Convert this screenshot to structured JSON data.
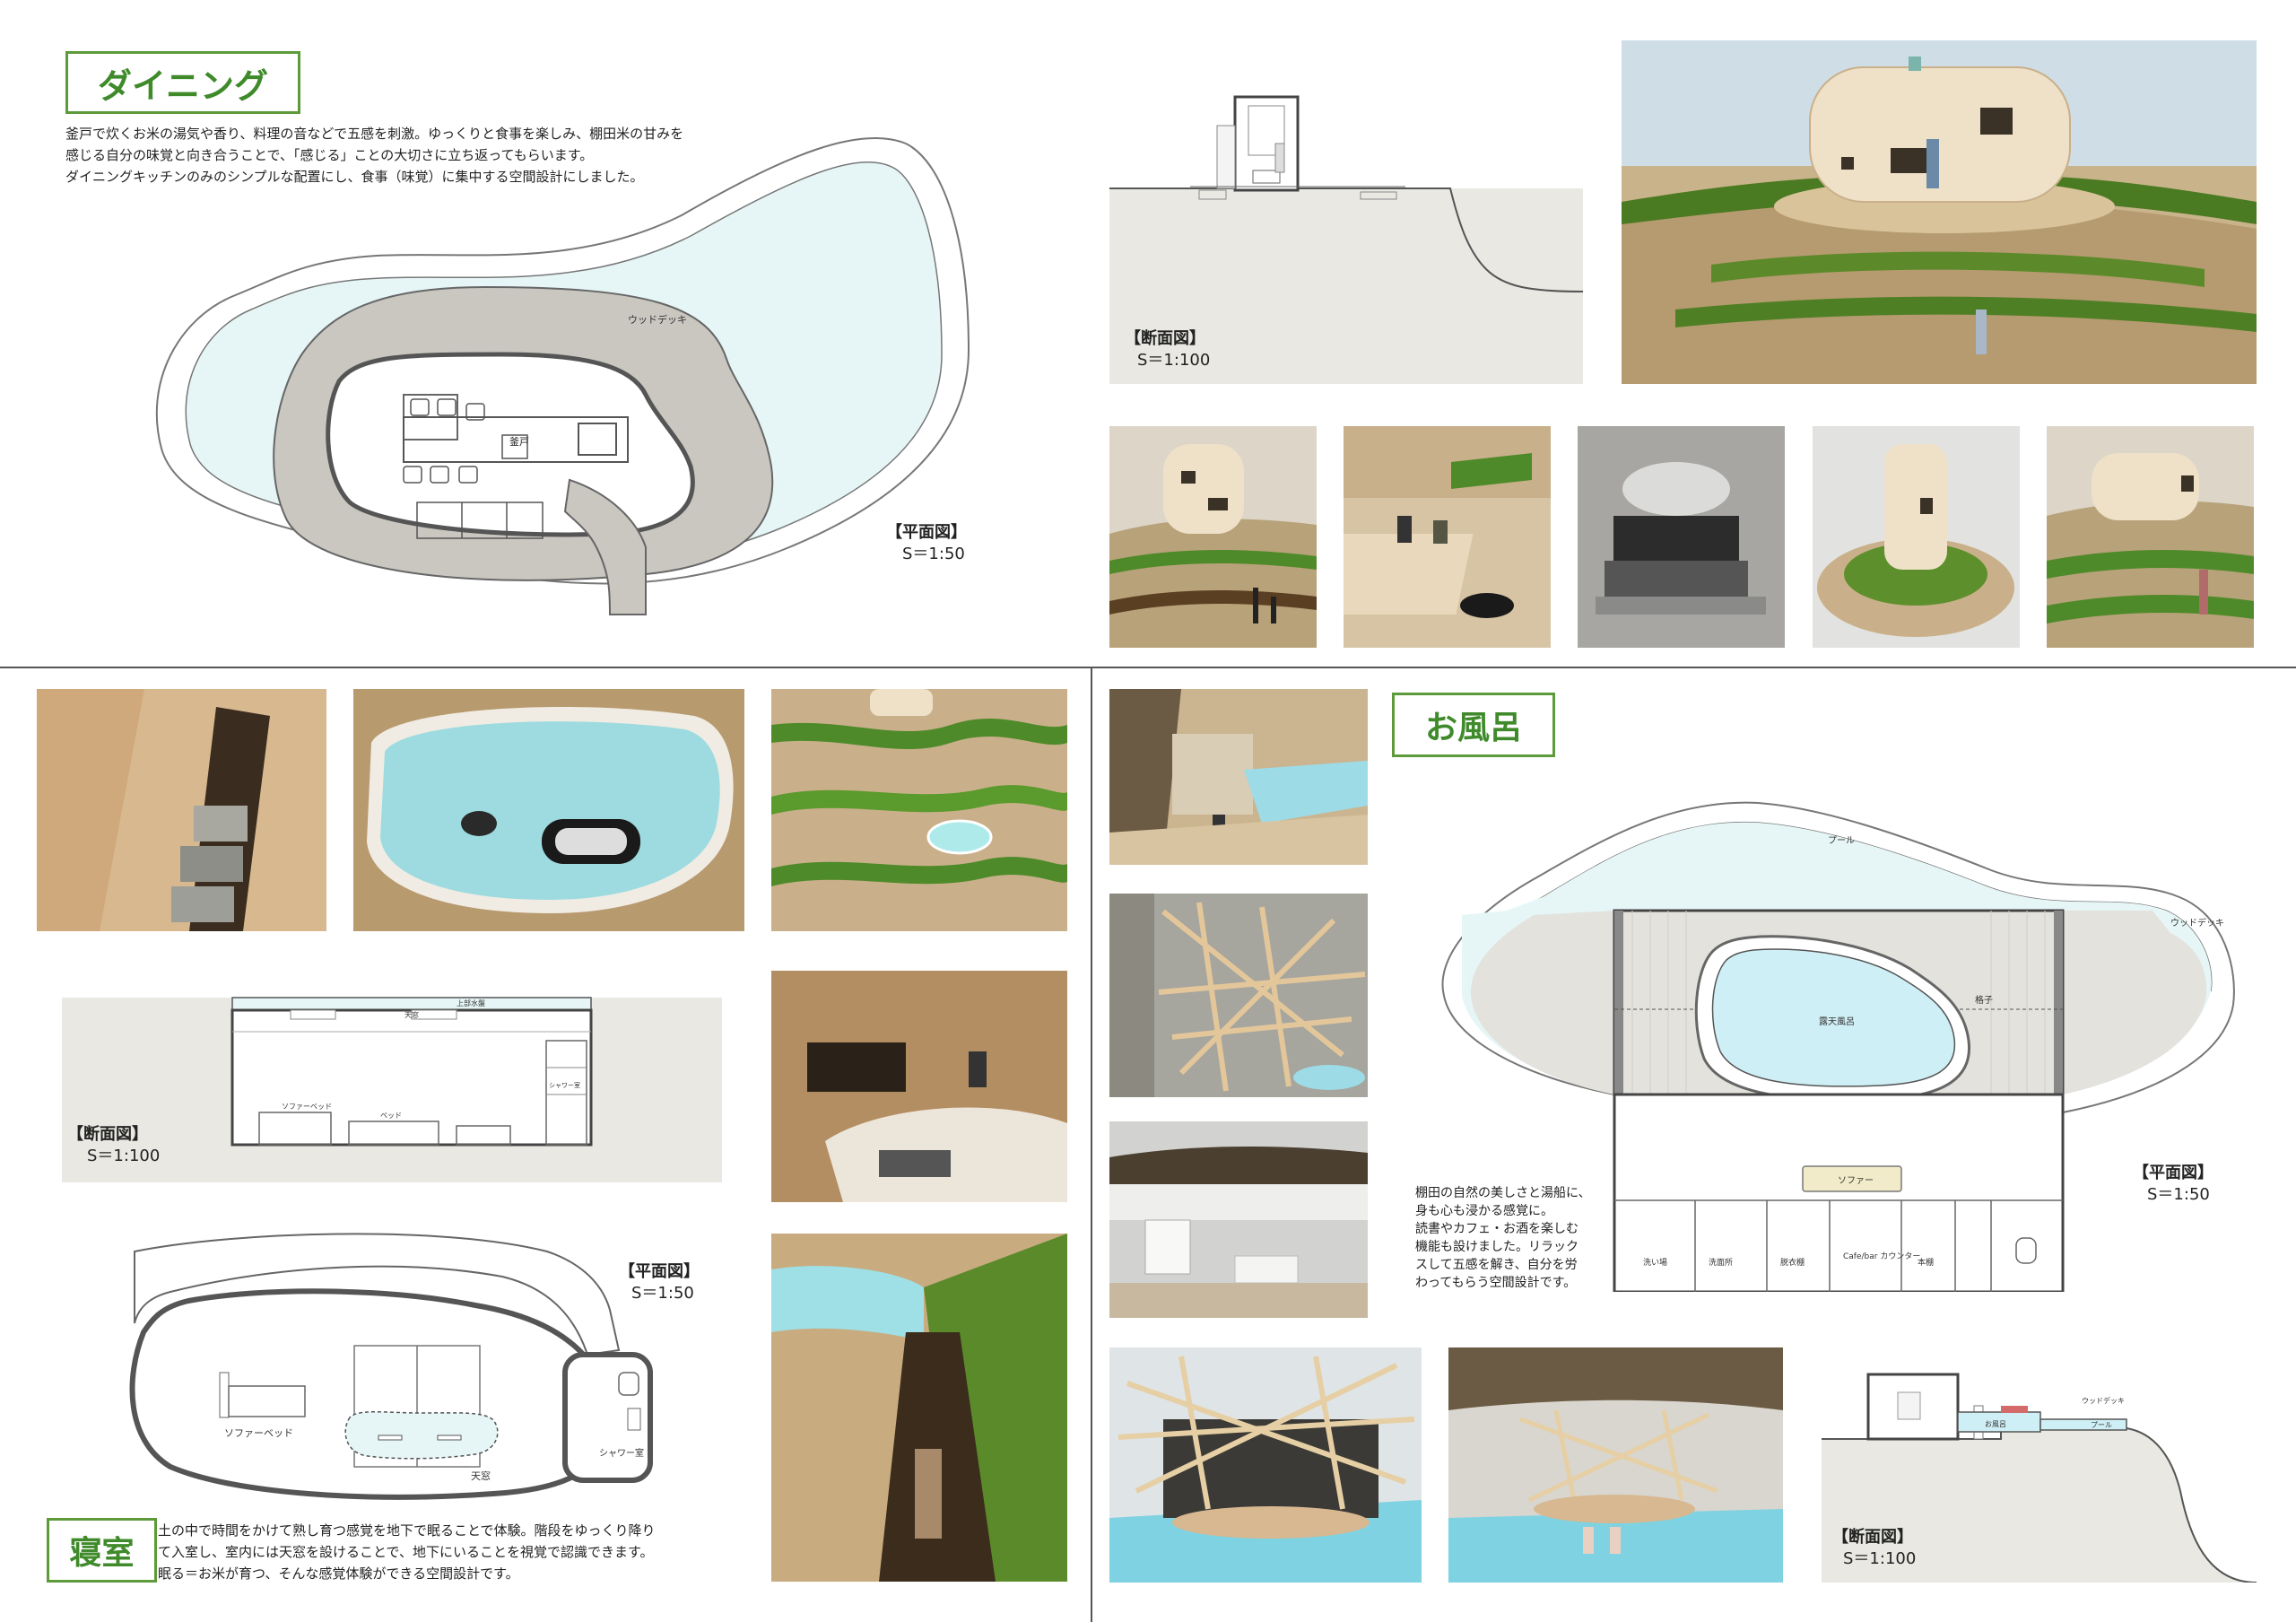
{
  "dining": {
    "title": "ダイニング",
    "description": "釜戸で炊くお米の湯気や香り、料理の音などで五感を刺激。ゆっくりと食事を楽しみ、棚田米の甘みを\n感じる自分の味覚と向き合うことで、「感じる」ことの大切さに立ち返ってもらいます。\nダイニングキッチンのみのシンプルな配置にし、食事（味覚）に集中する空間設計にしました。",
    "plan_label": "【平面図】",
    "plan_scale": "S＝1:50",
    "section_label": "【断面図】",
    "section_scale": "S＝1:100",
    "label_wooddeck": "ウッドデッキ",
    "label_kamado": "釜戸"
  },
  "bath": {
    "title": "お風呂",
    "description": "棚田の自然の美しさと湯船に、\n身も心も浸かる感覚に。\n読書やカフェ・お酒を楽しむ\n機能も設けました。リラック\nスして五感を解き、自分を労\nわってもらう空間設計です。",
    "plan_label": "【平面図】",
    "plan_scale": "S＝1:50",
    "section_label": "【断面図】",
    "section_scale": "S＝1:100",
    "label_pool": "プール",
    "label_wooddeck": "ウッドデッキ",
    "label_lattice": "格子",
    "label_rotenburo": "露天風呂",
    "label_sofa": "ソファー",
    "label_washroom": "洗い場",
    "label_laundry": "洗面所",
    "label_changing": "脱衣棚",
    "label_cafe": "Cafe/bar\nカウンター",
    "label_bookshelf": "本棚",
    "sec_label_bath": "お風呂",
    "sec_label_pool": "プール",
    "sec_label_deck": "ウッドデッキ"
  },
  "bedroom": {
    "title": "寝室",
    "description": "土の中で時間をかけて熟し育つ感覚を地下で眠ることで体験。階段をゆっくり降り\nて入室し、室内には天窓を設けることで、地下にいることを視覚で認識できます。\n眠る＝お米が育つ、そんな感覚体験ができる空間設計です。",
    "plan_label": "【平面図】",
    "plan_scale": "S＝1:50",
    "section_label": "【断面図】",
    "section_scale": "S＝1:100",
    "label_sofabed": "ソファーベッド",
    "label_skylight": "天窓",
    "label_shower": "シャワー室",
    "sec_label_sofabed": "ソファーベッド",
    "sec_label_bed": "ベッド",
    "sec_label_skylight": "天窓",
    "sec_label_roof": "上部水盤",
    "sec_label_shower": "シャワー室"
  },
  "colors": {
    "accent_green": "#3f8a2a",
    "water": "#e6f6f6",
    "deck": "#c9c7c0",
    "section_bg": "#e9e8e3"
  }
}
